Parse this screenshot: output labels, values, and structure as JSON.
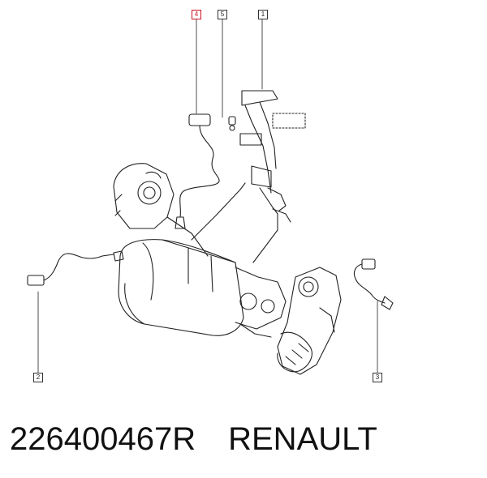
{
  "callouts": [
    {
      "label": "4",
      "highlighted": true
    },
    {
      "label": "5",
      "highlighted": false
    },
    {
      "label": "1",
      "highlighted": false
    },
    {
      "label": "2",
      "highlighted": false
    },
    {
      "label": "3",
      "highlighted": false
    }
  ],
  "caption": {
    "part_number": "226400467R",
    "brand": "RENAULT"
  },
  "colors": {
    "highlight": "#d01020",
    "line": "#222222"
  }
}
